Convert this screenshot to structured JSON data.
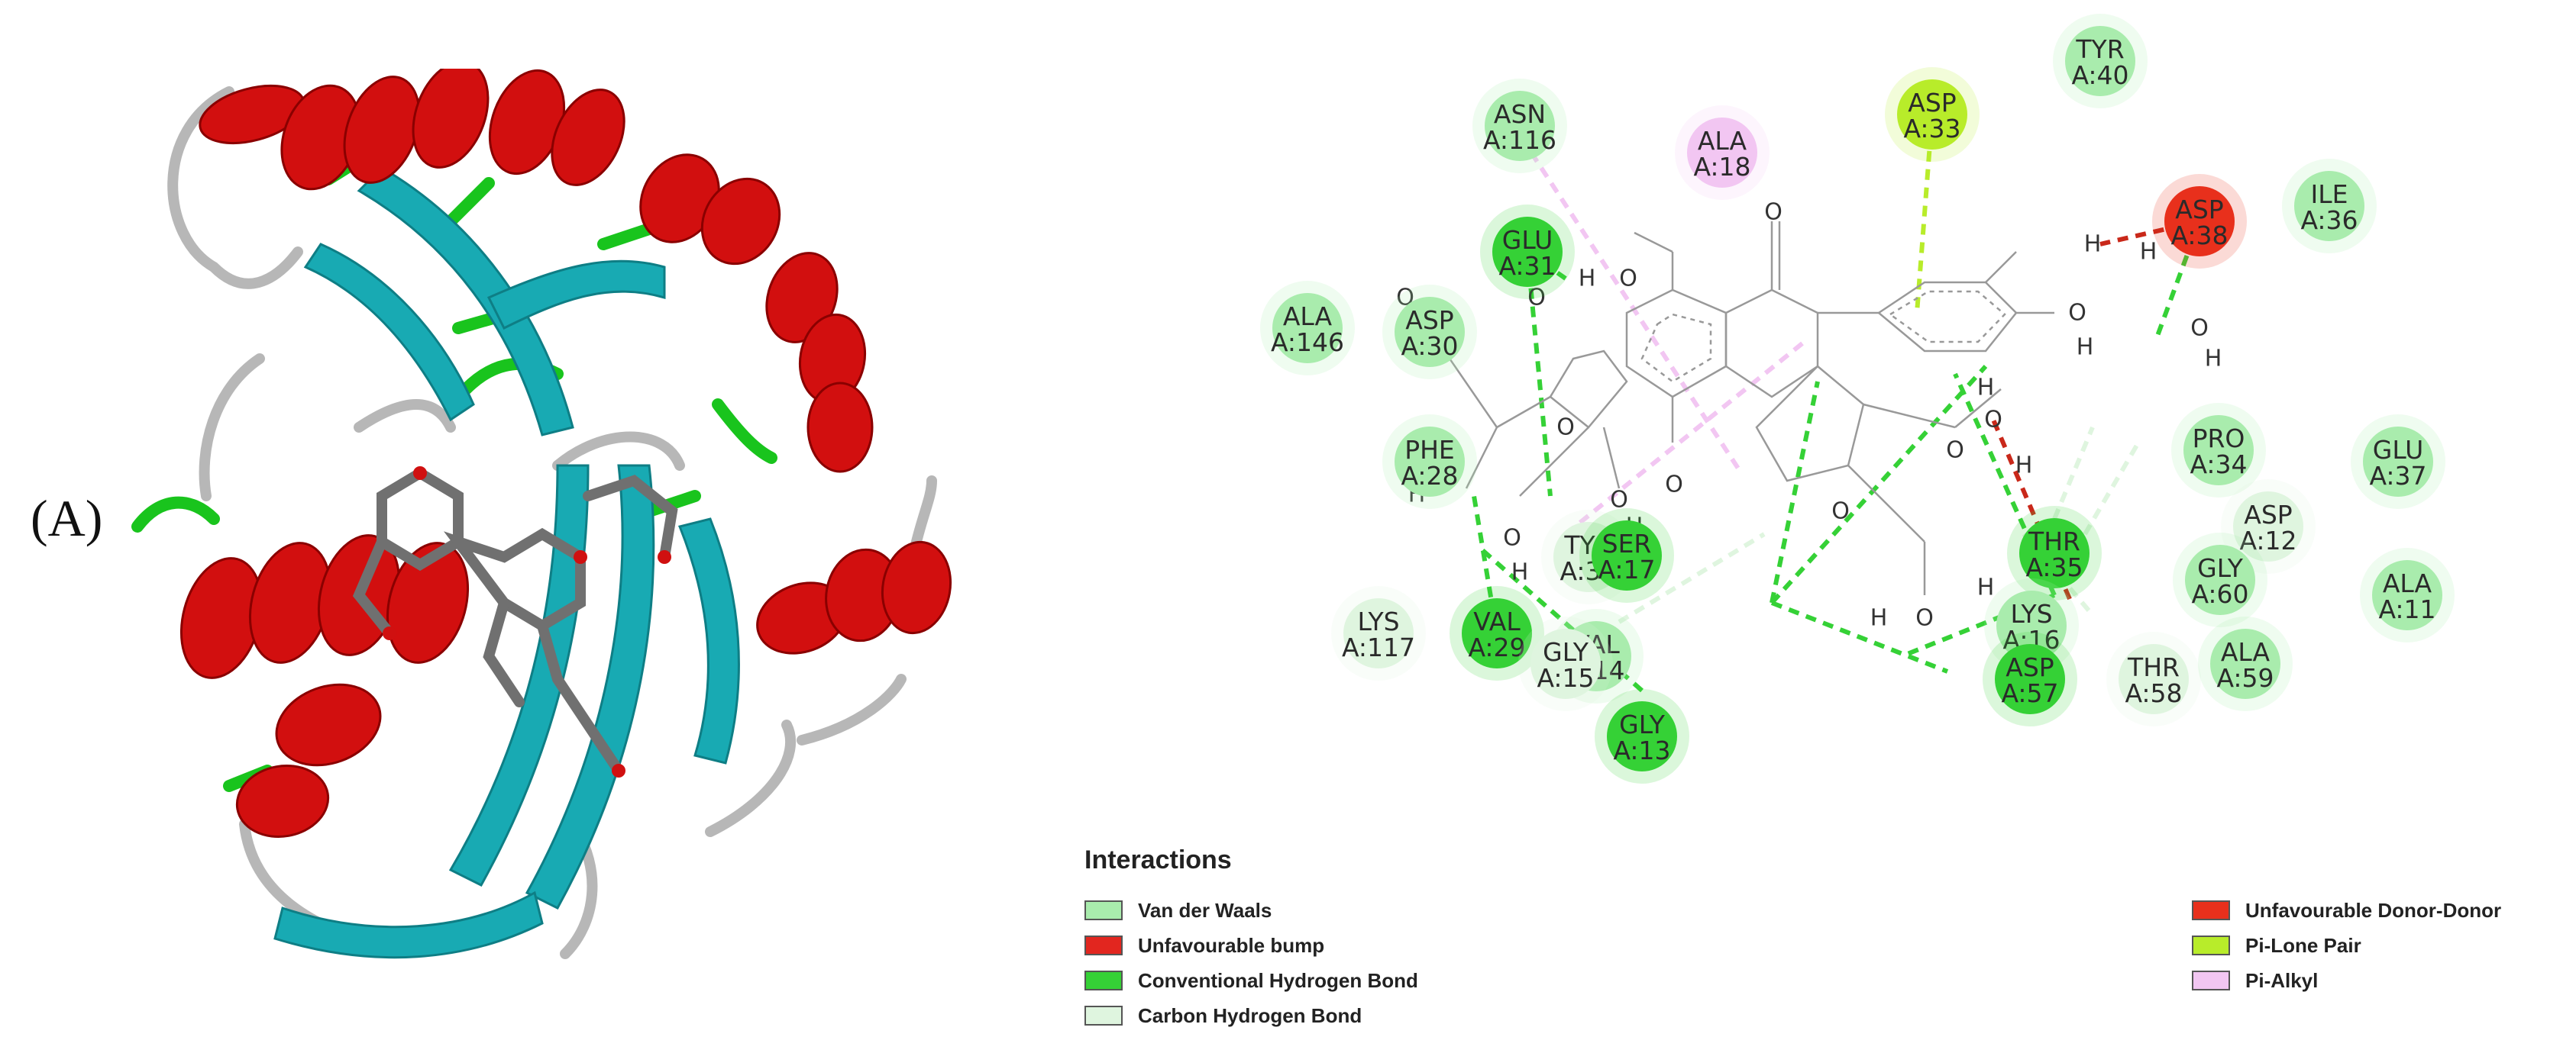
{
  "panel_label": "(A)",
  "colors": {
    "helix": "#d20f0f",
    "sheet": "#18aab3",
    "turn": "#19c41d",
    "coil": "#b7b7b7",
    "ligand": "#7a7a7a",
    "vdw": "#a9ecad",
    "bump": "#e2261f",
    "conv_hbond": "#35d136",
    "carbon_hbond": "#dff5df",
    "donor_donor": "#e8301c",
    "pi_lone_pair": "#b8ec2a",
    "pi_alkyl": "#f2c6f2"
  },
  "residues": [
    {
      "id": "ASN_116",
      "line1": "ASN",
      "line2": "A:116",
      "type": "vdw"
    },
    {
      "id": "TYR_40",
      "line1": "TYR",
      "line2": "A:40",
      "type": "vdw"
    },
    {
      "id": "ALA_18",
      "line1": "ALA",
      "line2": "A:18",
      "type": "pi_alkyl"
    },
    {
      "id": "ASP_33",
      "line1": "ASP",
      "line2": "A:33",
      "type": "pi_lone_pair"
    },
    {
      "id": "ASP_38",
      "line1": "ASP",
      "line2": "A:38",
      "type": "donor_donor"
    },
    {
      "id": "ILE_36",
      "line1": "ILE",
      "line2": "A:36",
      "type": "vdw"
    },
    {
      "id": "GLU_31",
      "line1": "GLU",
      "line2": "A:31",
      "type": "conv_hbond"
    },
    {
      "id": "ALA_146",
      "line1": "ALA",
      "line2": "A:146",
      "type": "vdw"
    },
    {
      "id": "ASP_30",
      "line1": "ASP",
      "line2": "A:30",
      "type": "vdw"
    },
    {
      "id": "PHE_28",
      "line1": "PHE",
      "line2": "A:28",
      "type": "vdw"
    },
    {
      "id": "PRO_34",
      "line1": "PRO",
      "line2": "A:34",
      "type": "vdw"
    },
    {
      "id": "GLU_37",
      "line1": "GLU",
      "line2": "A:37",
      "type": "vdw"
    },
    {
      "id": "ASP_12",
      "line1": "ASP",
      "line2": "A:12",
      "type": "carbon_hbond"
    },
    {
      "id": "TYR_32",
      "line1": "TYR",
      "line2": "A:32",
      "type": "carbon_hbond"
    },
    {
      "id": "SER_17",
      "line1": "SER",
      "line2": "A:17",
      "type": "conv_hbond"
    },
    {
      "id": "THR_35",
      "line1": "THR",
      "line2": "A:35",
      "type": "conv_hbond"
    },
    {
      "id": "GLY_60",
      "line1": "GLY",
      "line2": "A:60",
      "type": "vdw"
    },
    {
      "id": "ALA_11",
      "line1": "ALA",
      "line2": "A:11",
      "type": "vdw"
    },
    {
      "id": "LYS_117",
      "line1": "LYS",
      "line2": "A:117",
      "type": "carbon_hbond"
    },
    {
      "id": "VAL_29",
      "line1": "VAL",
      "line2": "A:29",
      "type": "conv_hbond"
    },
    {
      "id": "VAL_14",
      "line1": "VAL",
      "line2": "A:14",
      "type": "vdw"
    },
    {
      "id": "GLY_15",
      "line1": "GLY",
      "line2": "A:15",
      "type": "carbon_hbond"
    },
    {
      "id": "LYS_16",
      "line1": "LYS",
      "line2": "A:16",
      "type": "vdw"
    },
    {
      "id": "ASP_57",
      "line1": "ASP",
      "line2": "A:57",
      "type": "conv_hbond"
    },
    {
      "id": "THR_58",
      "line1": "THR",
      "line2": "A:58",
      "type": "carbon_hbond"
    },
    {
      "id": "ALA_59",
      "line1": "ALA",
      "line2": "A:59",
      "type": "vdw"
    },
    {
      "id": "GLY_13",
      "line1": "GLY",
      "line2": "A:13",
      "type": "conv_hbond"
    }
  ],
  "atom_labels": {
    "h": "H",
    "o": "O"
  },
  "legend": {
    "title": "Interactions",
    "left": [
      {
        "label": "Van der Waals",
        "color": "#a9ecad"
      },
      {
        "label": "Unfavourable bump",
        "color": "#e2261f"
      },
      {
        "label": "Conventional Hydrogen Bond",
        "color": "#35d136"
      },
      {
        "label": "Carbon Hydrogen Bond",
        "color": "#dff5df"
      }
    ],
    "right": [
      {
        "label": "Unfavourable Donor-Donor",
        "color": "#e8301c"
      },
      {
        "label": "Pi-Lone Pair",
        "color": "#b8ec2a"
      },
      {
        "label": "Pi-Alkyl",
        "color": "#f2c6f2"
      }
    ]
  }
}
